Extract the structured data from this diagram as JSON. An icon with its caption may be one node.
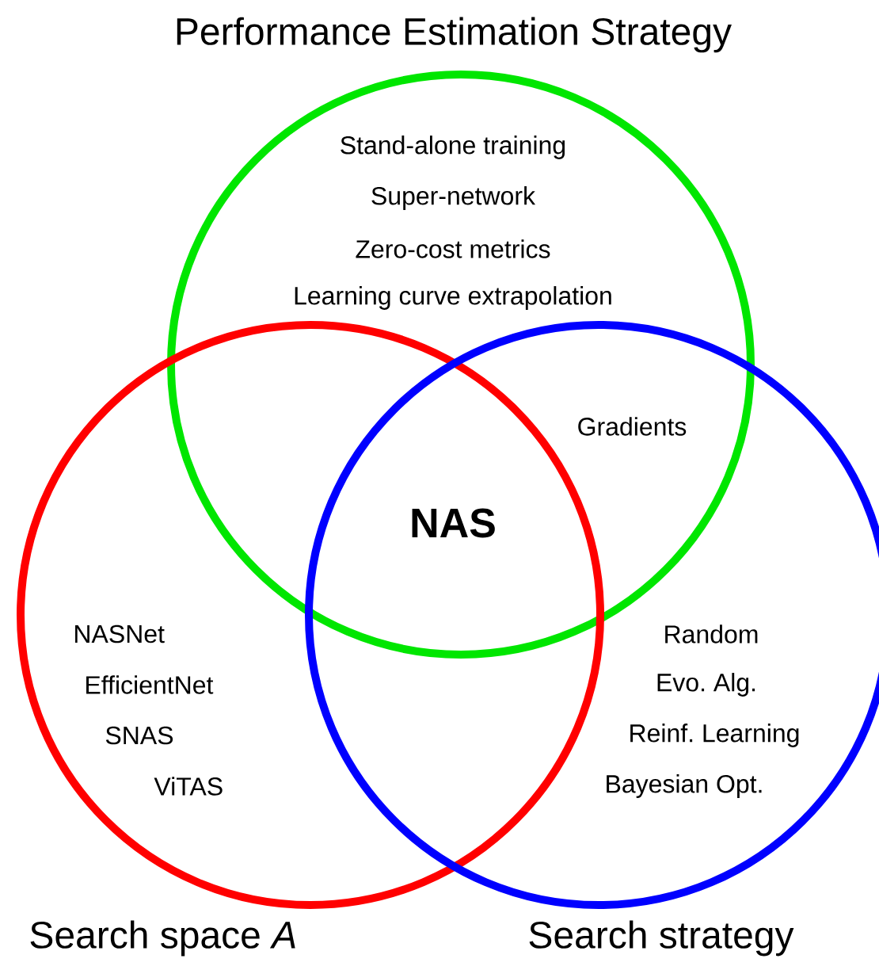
{
  "diagram": {
    "nodes": [
      {
        "text": [
          "Performance Estimation Strategy",
          "Stand-alone training",
          "Super-network",
          "Zero-cost metrics",
          "Learning curve extrapolation"
        ]
      },
      {
        "text": [
          "Search space *A*",
          "NASNet",
          "EfficientNet",
          "SNAS",
          "ViTAS"
        ]
      },
      {
        "text": [
          "Search strategy",
          "Random",
          "Evo. Alg.",
          "Reinf. Learning",
          "Bayesian Opt."
        ]
      }
    ],
    "labels": [
      "Gradients",
      "NAS"
    ]
  }
}
